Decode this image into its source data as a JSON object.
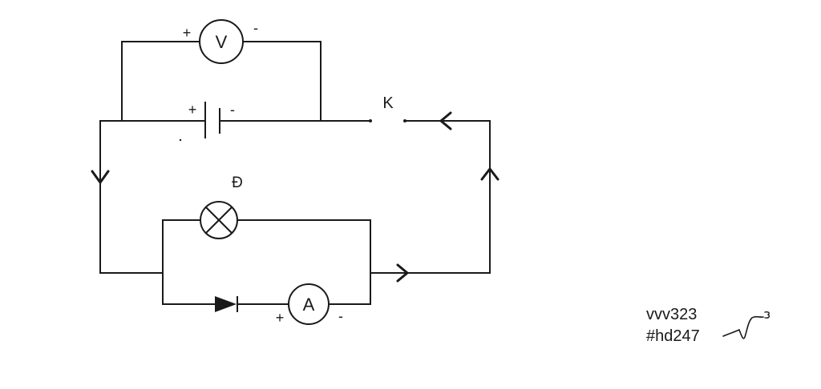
{
  "circuit": {
    "switch_label": "K",
    "lamp_label": "Đ",
    "voltmeter": {
      "label": "V",
      "plus": "+",
      "minus": "-"
    },
    "ammeter": {
      "label": "A",
      "plus": "+",
      "minus": "-"
    },
    "battery": {
      "plus": "+",
      "minus": "-"
    }
  },
  "signature": {
    "line1": "vvv323",
    "line2": "#hd247"
  }
}
